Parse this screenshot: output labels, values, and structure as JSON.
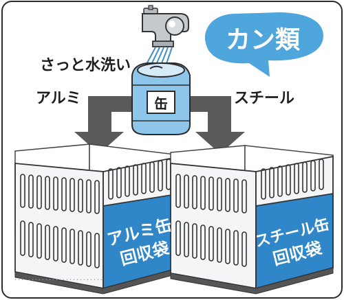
{
  "title": "カン類",
  "rinse_label": "さっと水洗い",
  "can_label": "缶",
  "left_label": "アルミ",
  "right_label": "スチール",
  "left_bin": {
    "line1": "アルミ缶",
    "line2": "回収袋"
  },
  "right_bin": {
    "line1": "スチール缶",
    "line2": "回収袋"
  },
  "colors": {
    "accent": "#4fa6dc",
    "arrow": "#5a5a5a",
    "can": "#8ec5ea",
    "bin_band": "#2f86c8",
    "text_light": "#ffffff",
    "text_dark": "#1d1d1d"
  }
}
